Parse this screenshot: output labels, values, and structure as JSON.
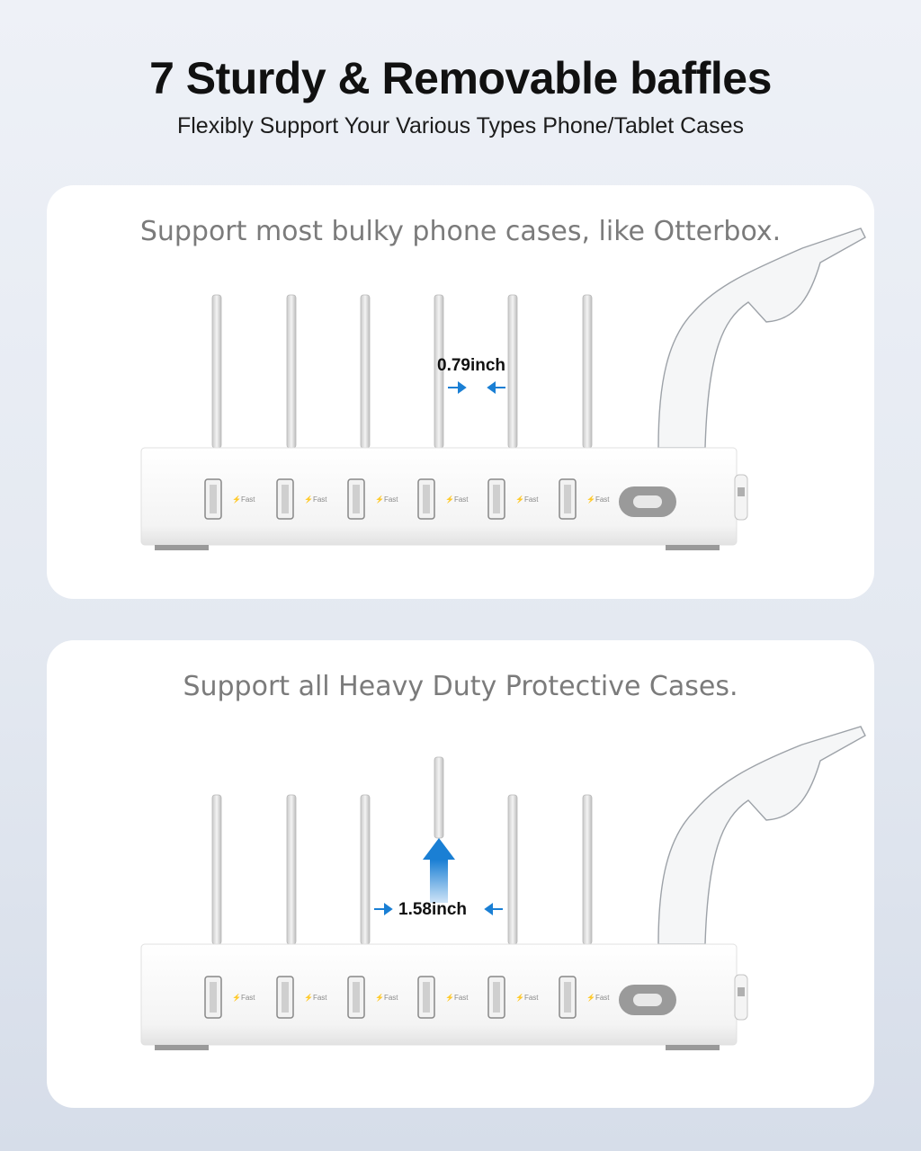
{
  "header": {
    "title": "7 Sturdy & Removable baffles",
    "subtitle": "Flexibly Support Your Various Types Phone/Tablet Cases"
  },
  "panels": [
    {
      "caption": "Support most bulky phone cases, like Otterbox.",
      "measurement": "0.79inch",
      "ports": [
        "Fast",
        "Fast",
        "Fast",
        "Fast",
        "Fast",
        "Fast"
      ]
    },
    {
      "caption": "Support all Heavy Duty Protective Cases.",
      "measurement": "1.58inch",
      "ports": [
        "Fast",
        "Fast",
        "Fast",
        "Fast",
        "Fast",
        "Fast"
      ]
    }
  ],
  "colors": {
    "accent_arrow": "#1a7fd4",
    "card_bg": "#ffffff",
    "caption_text": "#7b7b7b",
    "title_text": "#111111"
  },
  "icons": [
    "lightning-icon",
    "usb-port-icon",
    "power-socket-icon",
    "power-switch-icon",
    "double-arrow-icon",
    "up-arrow-icon"
  ]
}
